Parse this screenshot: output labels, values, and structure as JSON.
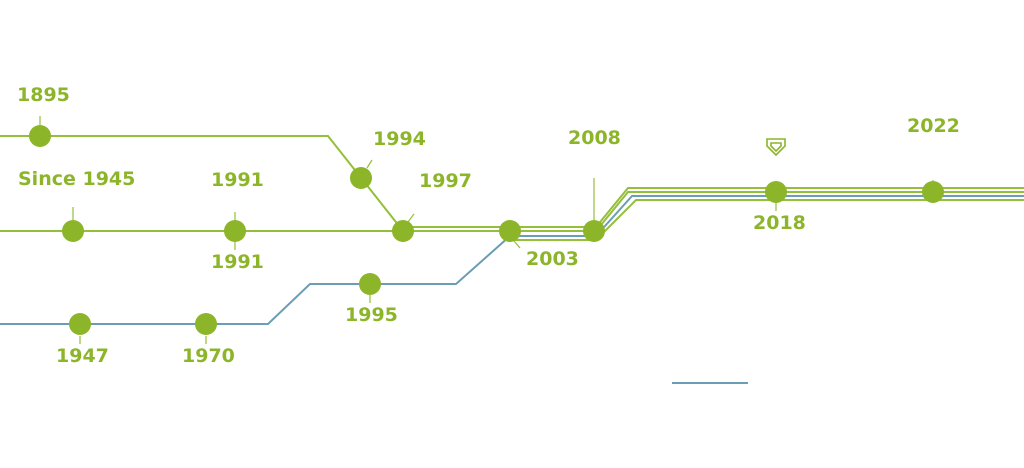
{
  "colors": {
    "green": "#8cb52a",
    "green_line": "#93bf3a",
    "blue": "#6b9db5"
  },
  "labels": {
    "y1895": "1895",
    "since1945": "Since 1945",
    "y1991_top": "1991",
    "y1991_bottom": "1991",
    "y1994": "1994",
    "y1997": "1997",
    "y2003": "2003",
    "y2008": "2008",
    "y2018": "2018",
    "y2022": "2022",
    "y1947": "1947",
    "y1970": "1970",
    "y1995": "1995"
  },
  "icons": {
    "badge": "shield-outline-icon"
  }
}
